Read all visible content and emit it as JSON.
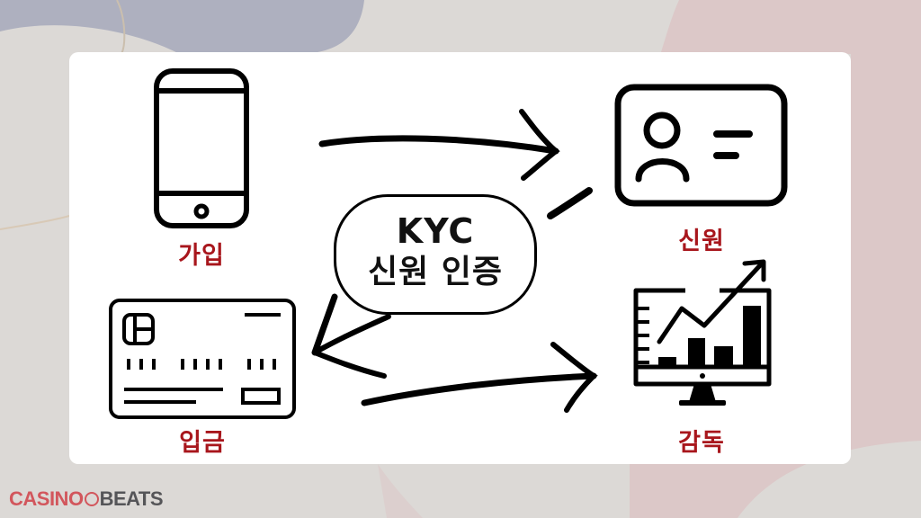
{
  "center": {
    "title": "KYC",
    "subtitle": "신원 인증"
  },
  "steps": [
    {
      "label": "가입",
      "icon": "smartphone-icon"
    },
    {
      "label": "신원",
      "icon": "id-card-icon"
    },
    {
      "label": "입금",
      "icon": "credit-card-icon"
    },
    {
      "label": "감독",
      "icon": "monitor-chart-icon"
    }
  ],
  "branding": {
    "logo_left": "CASINO",
    "logo_right": "BEATS"
  },
  "colors": {
    "label_red": "#a8161c",
    "logo_red": "#d2565c",
    "logo_gray": "#555558",
    "background": "#dcd9d6",
    "blob_blue": "#aeb0bf",
    "blob_pink": "#dcc8c8"
  }
}
